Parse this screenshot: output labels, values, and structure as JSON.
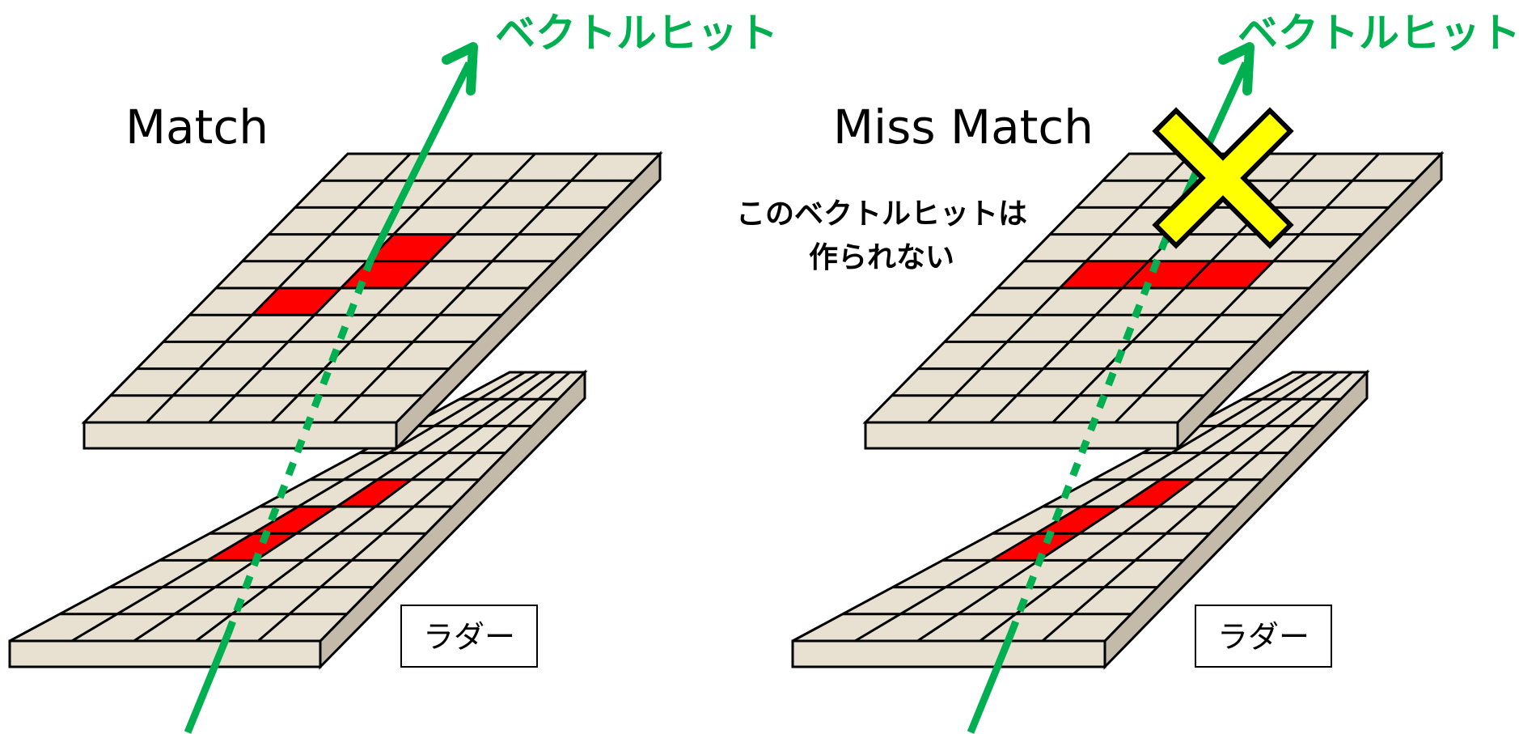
{
  "colors": {
    "tile": "#e8e0d0",
    "side": "#c3baa9",
    "hit": "#ff0000",
    "track": "#00b050",
    "cross": "#ffff00",
    "stroke": "#000000"
  },
  "left_panel": {
    "title": "Match",
    "arrow_label": "ベクトルヒット",
    "ladder_label": "ラダー"
  },
  "right_panel": {
    "title": "Miss Match",
    "arrow_label": "ベクトルヒット",
    "note_line1": "このベクトルヒットは",
    "note_line2": "作られない",
    "ladder_label": "ラダー",
    "cross_icon": "x-mark-icon"
  },
  "grid": {
    "columns": 5,
    "rows": 10
  }
}
